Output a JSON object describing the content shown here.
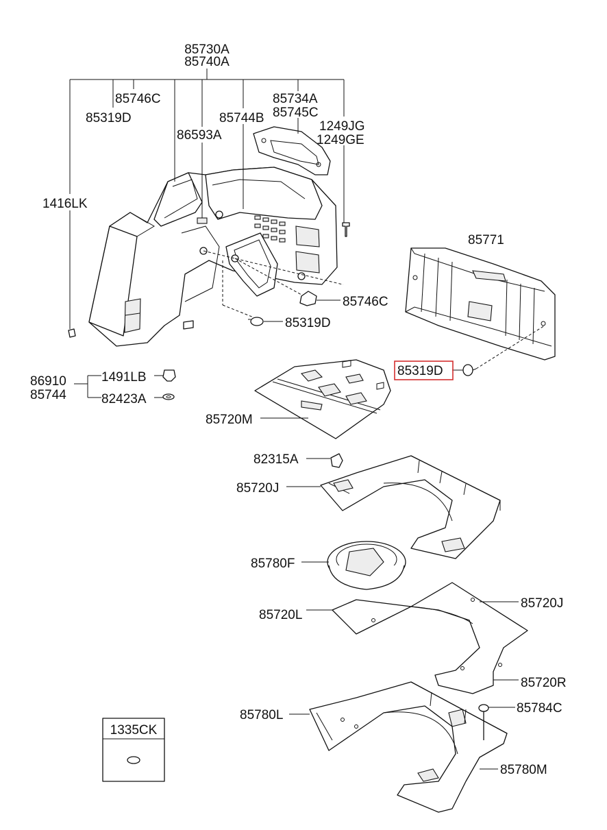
{
  "diagram": {
    "highlight_color": "#d32f2f",
    "labels": {
      "l_85730A": "85730A",
      "l_85740A": "85740A",
      "l_85746C_top": "85746C",
      "l_85319D_top": "85319D",
      "l_85734A": "85734A",
      "l_85745C": "85745C",
      "l_85744B": "85744B",
      "l_86593A": "86593A",
      "l_1249JG": "1249JG",
      "l_1249GE": "1249GE",
      "l_1416LK": "1416LK",
      "l_85771": "85771",
      "l_85746C_mid": "85746C",
      "l_85319D_mid": "85319D",
      "l_85319D_hl": "85319D",
      "l_86910": "86910",
      "l_85744": "85744",
      "l_1491LB": "1491LB",
      "l_82423A": "82423A",
      "l_85720M": "85720M",
      "l_82315A": "82315A",
      "l_85720J_a": "85720J",
      "l_85780F": "85780F",
      "l_85720L": "85720L",
      "l_85720J_b": "85720J",
      "l_85720R": "85720R",
      "l_85780L": "85780L",
      "l_85784C": "85784C",
      "l_85780M": "85780M",
      "l_1335CK": "1335CK"
    }
  }
}
